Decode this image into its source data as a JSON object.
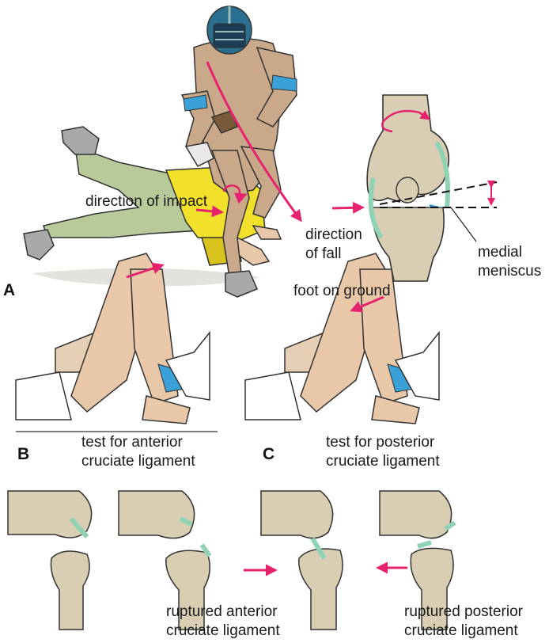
{
  "colors": {
    "skin": "#e8c8a8",
    "bone": "#d9ceb3",
    "ligament": "#8fd3b4",
    "arrow": "#e6226e",
    "helmet": "#2a6f8f",
    "jersey": "#c9a98a",
    "yellow_jersey": "#f2e12b",
    "pants": "#b8c99a",
    "sleeve_band": "#3aa0d8"
  },
  "panels": {
    "a": "A",
    "b": "B",
    "c": "C"
  },
  "labels": {
    "direction_of_impact": "direction of impact",
    "direction_of_fall_1": "direction",
    "direction_of_fall_2": "of fall",
    "foot_on_ground": "foot on ground",
    "medial_1": "medial",
    "medial_2": "meniscus",
    "acl_test_1": "test for anterior",
    "acl_test_2": "cruciate ligament",
    "pcl_test_1": "test for posterior",
    "pcl_test_2": "cruciate ligament",
    "acl_rupture_1": "ruptured anterior",
    "acl_rupture_2": "cruciate ligament",
    "pcl_rupture_1": "ruptured posterior",
    "pcl_rupture_2": "cruciate ligament"
  },
  "icons": [
    "football-players-illustration",
    "knee-joint-icon",
    "leg-test-icon",
    "knee-bone-icon",
    "arrow-icon"
  ]
}
